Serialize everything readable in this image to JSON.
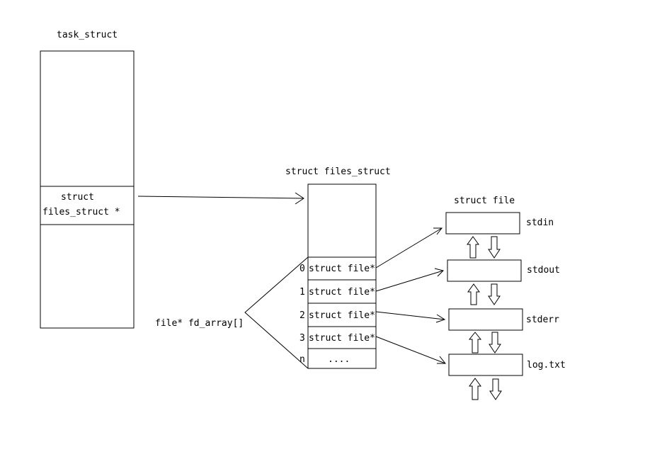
{
  "task_struct": {
    "title": "task_struct",
    "field_line1": "struct",
    "field_line2": "files_struct *"
  },
  "files_struct": {
    "title": "struct files_struct",
    "rows": [
      {
        "index": "0",
        "label": "struct file*"
      },
      {
        "index": "1",
        "label": "struct file*"
      },
      {
        "index": "2",
        "label": "struct file*"
      },
      {
        "index": "3",
        "label": "struct file*"
      },
      {
        "index": "n",
        "label": "...."
      }
    ],
    "fd_array_label": "file* fd_array[]"
  },
  "struct_file": {
    "title": "struct file",
    "items": [
      {
        "label": "stdin"
      },
      {
        "label": "stdout"
      },
      {
        "label": "stderr"
      },
      {
        "label": "log.txt"
      }
    ]
  }
}
